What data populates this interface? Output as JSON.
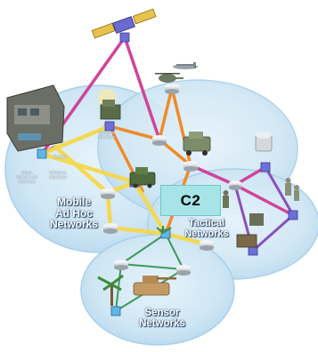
{
  "c2_label": "C2",
  "zones": {
    "manet": [
      "Mobile",
      "Ad Hoc",
      "Networks"
    ],
    "tactical": [
      "Tactical",
      "Networks"
    ],
    "sensor": [
      "Sensor",
      "Networks"
    ]
  },
  "interface_labels": {
    "satellite": [
      "Satellite",
      "Interface"
    ],
    "router": [
      "Router"
    ],
    "mesh": [
      "Mesh",
      "Wired LAN",
      "Interface"
    ],
    "wireless": [
      "Wireless",
      "Interface"
    ]
  },
  "colors": {
    "zone_fill": "#cfe6f4",
    "zone_edge": "#a8d0ea",
    "link_yellow": "#f6d84a",
    "link_orange": "#f08a2a",
    "link_magenta": "#d0449a",
    "link_purple": "#8a4fbf",
    "node_grey": "#d9dde2",
    "c2_fill": "#a6e4e8"
  },
  "icons": [
    "satellite-icon",
    "uav-icon",
    "helicopter-icon",
    "vehicle-icon",
    "tank-icon",
    "soldier-icon",
    "sensor-icon",
    "radio-tower-icon"
  ]
}
